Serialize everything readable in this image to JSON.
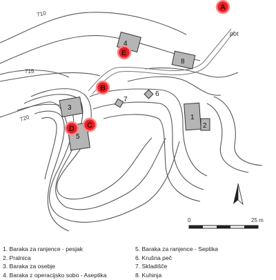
{
  "contour_labels": [
    "710",
    "715",
    "720"
  ],
  "path_label": "pot",
  "buildings": [
    {
      "num": "1"
    },
    {
      "num": "2"
    },
    {
      "num": "3"
    },
    {
      "num": "4"
    },
    {
      "num": "5"
    },
    {
      "num": "6"
    },
    {
      "num": "7"
    },
    {
      "num": "8"
    }
  ],
  "markers": [
    "A",
    "B",
    "C",
    "D",
    "E"
  ],
  "scale_bar": {
    "start": "0",
    "end": "25 m"
  },
  "legend": {
    "col1": [
      "1.  Baraka za ranjence - pesjak",
      "2.  Pralnica",
      "3.  Baraka za osebje",
      "4.  Baraka z operacijsko sobo - Aseptika"
    ],
    "col2": [
      "5.  Baraka za ranjence - Septika",
      "6.  Krušna peč",
      "7.  Skladišče",
      "8.  Kuhinja"
    ]
  },
  "colors": {
    "marker": "#e52128",
    "building": "#b5b5b5",
    "contour": "#555555"
  }
}
